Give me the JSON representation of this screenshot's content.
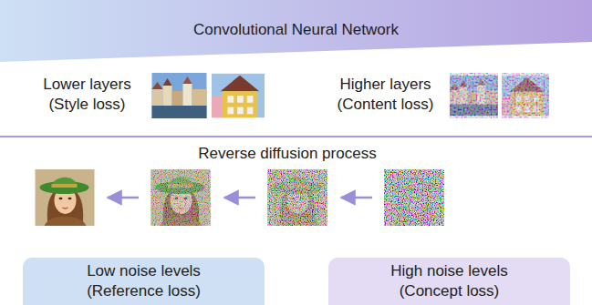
{
  "diagram": {
    "nodes": [
      {
        "text": [
          "Convolutional Neural Network"
        ]
      },
      {
        "text": [
          "Low noise levels (Reference loss)"
        ]
      },
      {
        "text": [
          "High noise levels (Concept loss)"
        ]
      }
    ],
    "labels": [
      "Lower layers (Style loss)",
      "Higher layers (Content loss)",
      "Reverse diffusion process"
    ]
  }
}
